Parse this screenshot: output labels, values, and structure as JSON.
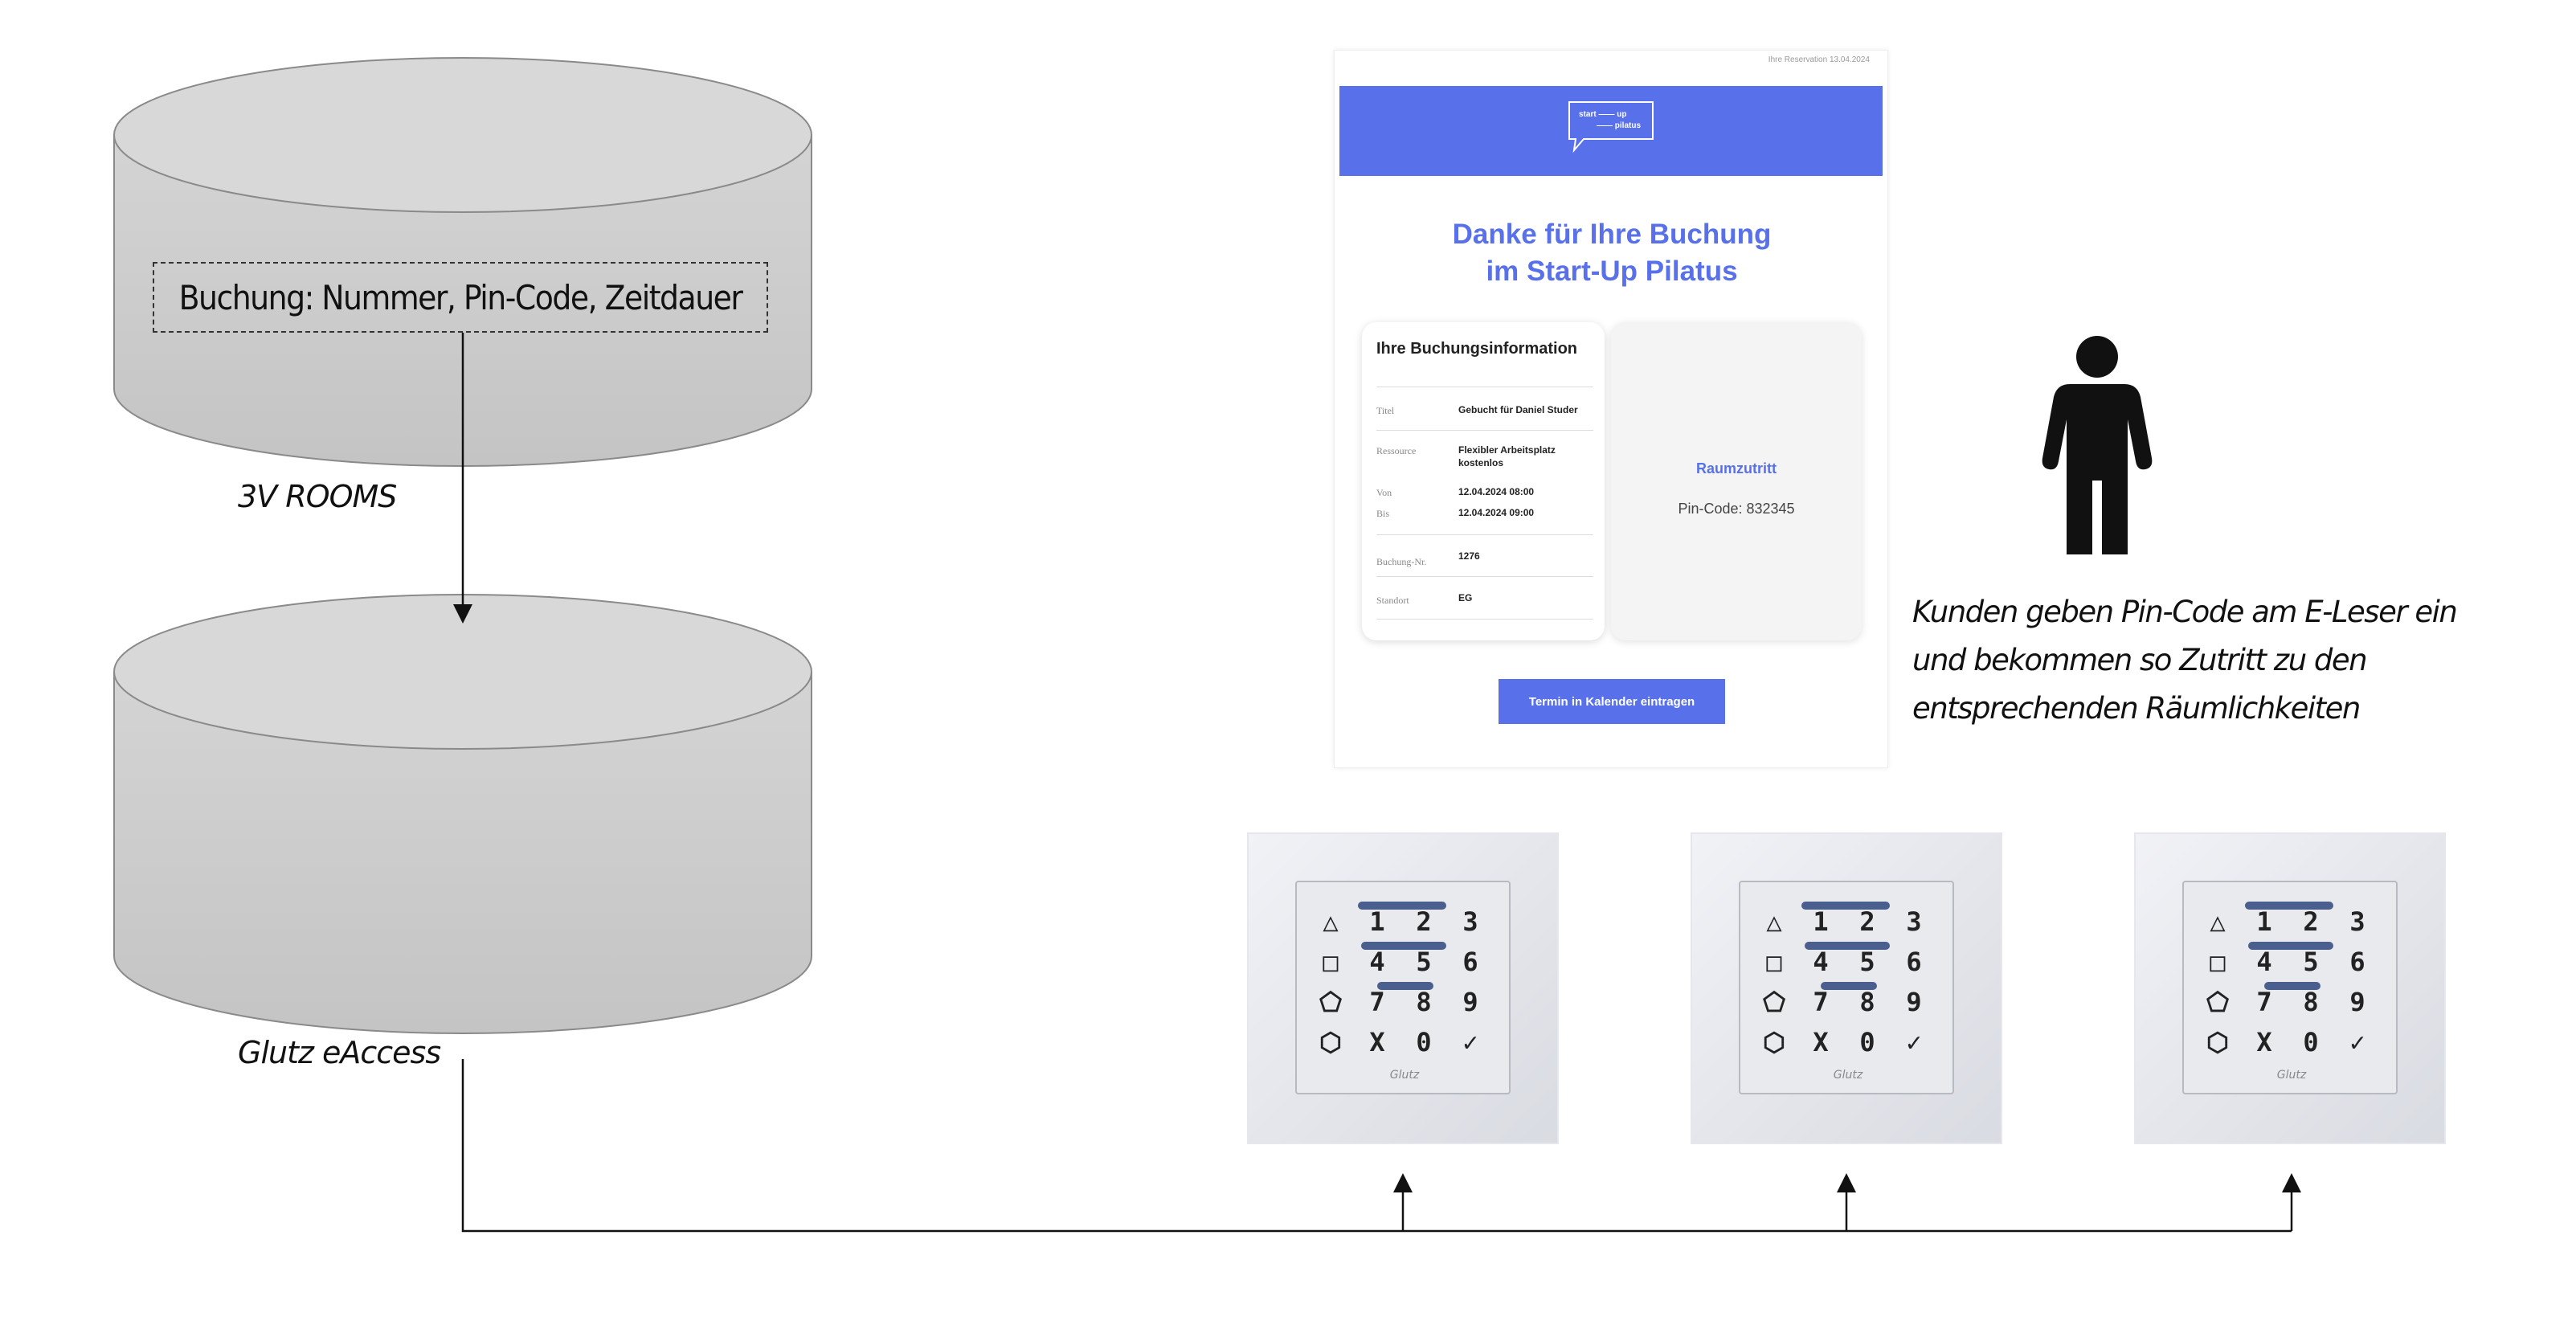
{
  "databases": {
    "top": {
      "label": "3V ROOMS",
      "booking_text": "Buchung: Nummer, Pin-Code, Zeitdauer"
    },
    "bottom": {
      "label": "Glutz eAccess"
    }
  },
  "person": {
    "caption_line1": "Kunden geben Pin-Code am E-Leser ein",
    "caption_line2": "und bekommen so Zutritt zu den",
    "caption_line3": "entsprechenden Räumlichkeiten"
  },
  "email": {
    "top_note": "Ihre Reservation 13.04.2024",
    "logo_line1": "start —— up",
    "logo_line2": "—— pilatus",
    "thanks_line1": "Danke für Ihre Buchung",
    "thanks_line2": "im Start-Up Pilatus",
    "info_title": "Ihre Buchungsinformation",
    "rows": [
      {
        "key": "Titel",
        "value": "Gebucht für Daniel Studer"
      },
      {
        "key": "Ressource",
        "value": "Flexibler Arbeitsplatz kostenlos"
      },
      {
        "key": "Von",
        "value": "12.04.2024 08:00"
      },
      {
        "key": "Bis",
        "value": "12.04.2024 09:00"
      },
      {
        "key": "Buchung-Nr.",
        "value": "1276"
      },
      {
        "key": "Standort",
        "value": "EG"
      }
    ],
    "access_title": "Raumzutritt",
    "pin_text": "Pin-Code: 832345",
    "calendar_button": "Termin in Kalender eintragen"
  },
  "reader": {
    "keys": [
      "△",
      "1",
      "2",
      "3",
      "□",
      "4",
      "5",
      "6",
      "⬠",
      "7",
      "8",
      "9",
      "⬡",
      "X",
      "0",
      "✓"
    ],
    "brand": "Glutz"
  },
  "colors": {
    "accent": "#5870ea",
    "db_fill": "#cfcfcf",
    "db_stroke": "#8a8a8a"
  }
}
